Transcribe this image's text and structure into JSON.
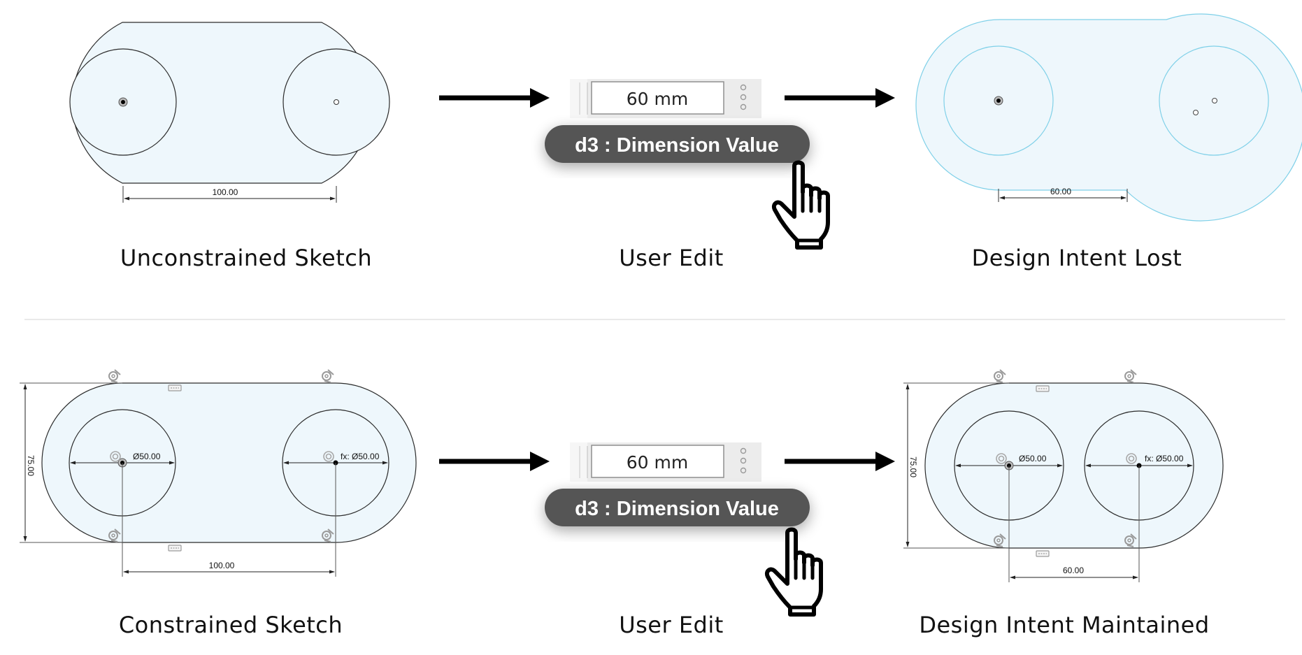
{
  "colors": {
    "fill": "#eef7fc",
    "outline": "#2b2b2b",
    "lost_outline": "#7fd0e8",
    "tooltip": "#555555",
    "arrow": "#000000"
  },
  "top_row": {
    "before_caption": "Unconstrained Sketch",
    "edit_caption": "User Edit",
    "after_caption": "Design Intent Lost",
    "before_dimension": "100.00",
    "after_dimension": "60.00",
    "input_value": "60 mm",
    "tooltip": "d3 : Dimension Value"
  },
  "bottom_row": {
    "before_caption": "Constrained Sketch",
    "edit_caption": "User Edit",
    "after_caption": "Design Intent Maintained",
    "before_horizontal_dimension": "100.00",
    "after_horizontal_dimension": "60.00",
    "height_dimension": "75.00",
    "left_diameter": "Ø50.00",
    "right_diameter": "fx: Ø50.00",
    "input_value": "60 mm",
    "tooltip": "d3 : Dimension Value"
  },
  "icons": [
    "arrow-right-icon",
    "pointer-hand-icon",
    "tangent-constraint-icon",
    "horizontal-constraint-icon",
    "concentric-constraint-icon"
  ]
}
